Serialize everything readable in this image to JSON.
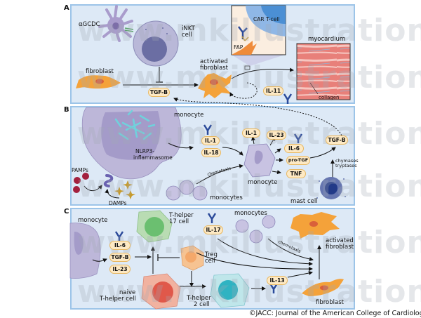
{
  "panels": {
    "a": {
      "label": "A",
      "cells": {
        "agcdc": "αGCDC",
        "inkt": [
          "iNKT",
          "cell"
        ],
        "fibroblast": "fibroblast",
        "activated_fibroblast": [
          "activated",
          "fibroblast"
        ],
        "car_t": "CAR T-cell",
        "fap": "FAP",
        "myocardium": "myocardium",
        "collagen": "collagen"
      },
      "cytokines": {
        "tgfb": "TGF-B",
        "il11": "IL-11"
      }
    },
    "b": {
      "label": "B",
      "cells": {
        "monocyte_large": "monocyte",
        "nlrp3": [
          "NLRP3-",
          "inflammasome"
        ],
        "pamps": "PAMPs",
        "damps": "DAMPs",
        "monocytes": "monocytes",
        "monocyte": "monocyte",
        "mast_cell": "mast cell",
        "chemotaxis": "chemotaxis",
        "chymases": [
          "chymases",
          "tryptases"
        ]
      },
      "cytokines": {
        "il1_a": "IL-1",
        "il18": "IL-18",
        "il1_b": "IL-1",
        "il23": "IL-23",
        "il6": "IL-6",
        "protgf": "pro-TGF",
        "tnf": "TNF",
        "tgfb": "TGF-B"
      }
    },
    "c": {
      "label": "C",
      "cells": {
        "monocyte": "monocyte",
        "th17": [
          "T-helper",
          "17 cell"
        ],
        "treg": [
          "Treg",
          "cell"
        ],
        "naive": [
          "naive",
          "T-helper cell"
        ],
        "th2": [
          "T-helper",
          "2 cell"
        ],
        "monocytes": "monocytes",
        "chemotaxis": "chemotaxis",
        "activated_fibroblast": [
          "activated",
          "fibroblast"
        ],
        "fibroblast": "fibroblast"
      },
      "cytokines": {
        "il6": "IL-6",
        "tgfb": "TGF-B",
        "il23": "IL-23",
        "il17": "IL-17",
        "il13": "IL-13"
      }
    }
  },
  "watermark": "www.mkillustrations.com",
  "credit": "©JACC: Journal of the American College of Cardiology",
  "colors": {
    "panel_bg": "#dde9f6",
    "panel_border": "#9cc4e8",
    "pill_bg": "#fde9c4",
    "antibody": "#2b4a9a",
    "fibroblast": "#f4a23a"
  }
}
